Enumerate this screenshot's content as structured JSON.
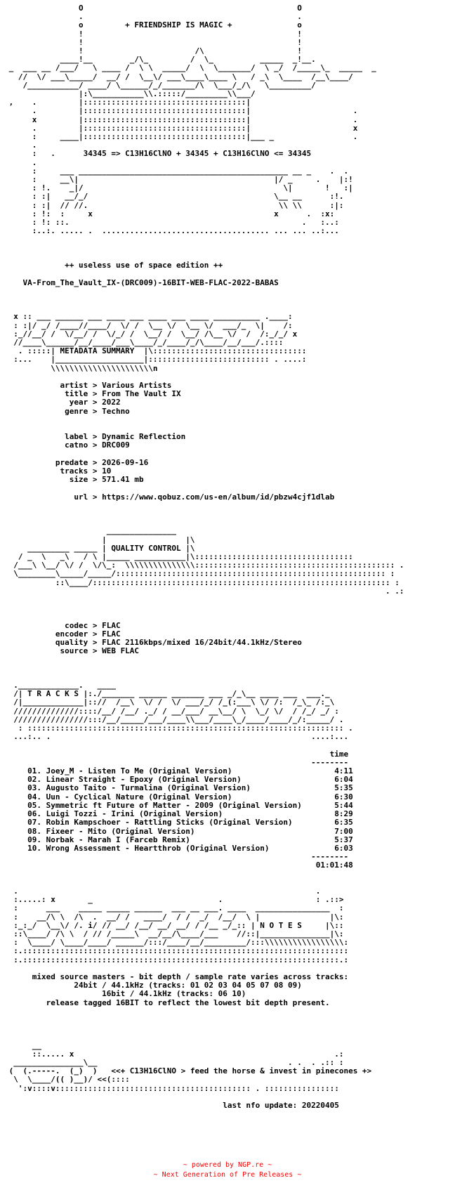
{
  "nfo_text": "                O                                              O\n                .                                              .\n                o         + FRIENDSHIP IS MAGIC +              o\n                !                                              !\n                !                                              !\n                !                        /\\                    !\n            ____!__        _/\\_         /  \\_          _____  _!__.\n _  ___ __ /___/   \\ ____ /  \\ \\  _____/  \\  \\_______/  \\ _/  /_____\\_  _____  _\n   //  \\/ ___\\_____/  __/ /  \\__\\/ ___\\____\\____ \\   / _\\  \\____  /__\\____/\n    /___________/ ____/ \\______/_/_______/\\  \\___/_/\\   \\_________/\n                |:\\___________\\\\.:::::/_________\\\\___/\n ,    .         |:::::::::::::::::::::::::::::::::::|\n      .         |:::::::::::::::::::::::::::::::::::|                      .\n      x         |:::::::::::::::::::::::::::::::::::|                      .\n      .         |:::::::::::::::::::::::::::::::::::|                      x\n      :     ____|:::::::::::::::::::::::::::::::::::|___ _                 .\n      .\n      :   .      34345 => C13H16ClNO + 34345 + C13H16ClNO <= 34345\n      .\n      :     ___ _____________________________________________ __ _    .  .\n      :     __\\|                                          |/ _     .    |:!\n      : !.    _|/                                           \\|       !   :|\n      : :|   __/_/                                        \\__ __      :!.\n      : :|  // //.                                         \\\\ \\\\      :|:\n      : !:  :     x                                       x      .  :x:\n      : !: ::.                                                  .   :..:\n      :..:. ..... .  .................................... ... ... ..:...\n\n\n\n             ++ useless use of space edition ++\n\n    VA-From_The_Vault_IX-(DRC009)-16BIT-WEB-FLAC-2022-BABAS\n\n\n\n  x :: ___ ______ ___ ____ ___ ____ ___ ____ __________ .____:\n  : :|/ _/ /____//____/  \\/ /  \\__ \\/  \\__ \\/  ___/_  \\|    /:\n  :_//__/ /  \\/__/ /  \\/_/ /  \\__/ /  \\__/ /\\__ \\/  /  /:_/_/ x\n  //____\\______/__/____/___\\____/_/____/_/\\____/__/___/.::::\n   . :::::| METADATA SUMMARY  |\\:::::::::::::::::::::::::::::::::\n  :...    |___________________|:::::::::::::::::::::::::: . ....:\n          \\\\\\\\\\\\\\\\\\\\\\\\\\\\\\\\\\\\\\\\\\\\n\n\n            artist > Various Artists\n             title > From The Vault IX\n              year > 2022\n             genre > Techno\n\n\n             label > Dynamic Reflection\n             catno > DRC009\n\n           predate > 2026-09-16\n            tracks > 10\n              size > 571.41 mb\n\n               url > https://www.qobuz.com/us-en/album/id/pbzw4cjf1dlab\n\n\n\n                      _______________\n                     |                 |\\\n     _________ _____ | QUALITY CONTROL |\\\n   / _  \\   _\\   / \\ |_____ ___________|\\::::::::::::::::::::::::::::::::::\n  /___\\ \\__/ \\/ /  \\/\\_:  \\\\\\\\\\\\\\\\\\\\\\\\\\\\\\::::::::::::::::::::::::::::::::::::::::::: .\n  \\________\\_____/_____/:::::::::::::::::::::::::::::::::::::::::::::::::::::::::: :\n           ::\\____/:::::::::::::::::::::::::::::::::::::::::::::::::::::::::::::::: :\n                                                                                  . .:\n\n\n\n             codec > FLAC\n           encoder > FLAC\n           quality > FLAC 2116kbps/mixed 16/24bit/44.1kHz/Stereo\n            source > WEB FLAC\n\n\n\n  ._____________.   ____\n  /| T R A C K S |:./_______ ______ _______ ___ _/_\\__ ____ ___  ___._\n  /|_____________|:://  /__\\  \\/ /  \\/ ___/_/ /_(:___\\ \\/ /:  /_\\_ /:_\\\n  //////////////::::/__/ /__/ ._/ / __/___/ __\\__/ \\  \\_/ \\/  / /_/ _/ :\n  ////////////////:::/__/_____/___/____\\\\___/____\\_/____/____/_/:_____/ .\n   : :::::::::::::::::::::::::::::::::::::::::::::::::::::::::::::::::::: .\n  ...:.. .                                                        ....:...\n\n                                                                      time\n                                                                  --------\n     01. Joey_M - Listen To Me (Original Version)                      4:11\n     02. Linear Straight - Epoxy (Original Version)                    6:04\n     03. Augusto Taito - Turmalina (Original Version)                  5:35\n     04. Uun - Cyclical Nature (Original Version)                      6:30\n     05. Symmetric ft Future of Matter - 2009 (Original Version)       5:44\n     06. Luigi Tozzi - Irini (Original Version)                        8:29\n     07. Robin Kampschoer - Rattling Sticks (Original Version)         6:35\n     08. Fixeer - Mito (Original Version)                              7:00\n     09. Norbak - Marah I (Farceb Remix)                               5:37\n     10. Wrong Assessment - Heartthrob (Original Version)              6:03\n                                                                  --------\n                                                                   01:01:48\n\n\n  .                                                                .\n  :.....: x       _                           .                    : .::>\n  :      ___    _____ _____ ______  ___ __ ___. ____  ________________  :\n  :    __/\\ \\  /\\  .  __/ /   ____/  / /  _/  /__/  \\ |               |\\:\n  :_:_/  \\__\\/ /. i/ // __/ /__/ __/ __/ / /__ _/_:: | N O T E S     |\\::\n  ::\\____/ /\\ \\  / // /_____\\  __/__/\\____/___    //::|_______________|\\:\n  :  \\____/ \\____/____/ ______/:::/____/__/_________/:::\\\\\\\\\\\\\\\\\\\\\\\\\\\\\\\\\\:\n  :.::::::::::::::::::::::::::::::::::::::::::::::::::::::::::::::::::::::\n  :.::::::::::::::::::::::::::::::::::::::::::::::::::::::::::::::::::::.:\n\n      mixed source masters - bit depth / sample rate varies across tracks:\n               24bit / 44.1kHz (tracks: 01 02 03 04 05 07 08 09)\n                     16bit / 44.1kHz (tracks: 06 10)\n         release tagged 16BIT to reflect the lowest bit depth present.\n\n\n\n\n      __\n      ::..... x                                                        .:\n  _______________\\__                                         . .  . .:: :\n (  (.-----.  (_)  )   <<+ C13H16ClNO > feed the horse & invest in pinecones +>\n  \\  \\____/(( )__)/ <<(::::\n   ':v::::v:::::::::::::::::::::::::::::::::::::::::: . ::::::::::::::::\n\n                                               last nfo update: 20220405",
  "footer": {
    "line1": "~ powered by NGP.re ~",
    "line2": "~ Next Generation of Pre Releases ~",
    "color": "#ff0000"
  }
}
